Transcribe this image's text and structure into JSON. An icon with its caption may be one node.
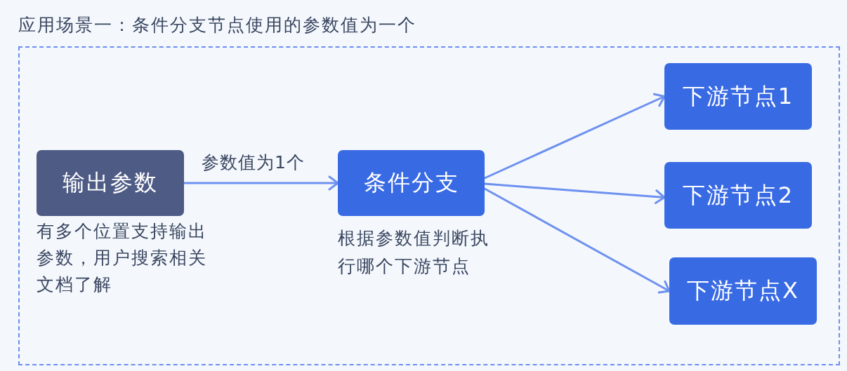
{
  "diagram": {
    "title": "应用场景一：条件分支节点使用的参数值为一个",
    "nodes": [
      {
        "text": [],
        "shape": "box"
      },
      {
        "text": [
          "输出参数"
        ],
        "in": 0,
        "beside": [
          "有多个位置支持输出参数，用户搜索相关文档了解"
        ]
      },
      {
        "text": [
          "条件分支"
        ],
        "in": 0,
        "beside": [
          "根据参数值判断执行哪个下游节点"
        ]
      },
      {
        "text": [
          "下游节点1"
        ],
        "in": 0
      },
      {
        "text": [
          "下游节点2"
        ],
        "in": 0
      },
      {
        "text": [
          "下游节点X"
        ],
        "in": 0
      }
    ],
    "edges": [
      {
        "from": 1,
        "to": 2,
        "arrow": "to",
        "label": "参数值为1个"
      },
      {
        "from": 2,
        "to": 3,
        "arrow": "to"
      },
      {
        "from": 2,
        "to": 4,
        "arrow": "to"
      },
      {
        "from": 2,
        "to": 5,
        "arrow": "to"
      }
    ]
  }
}
